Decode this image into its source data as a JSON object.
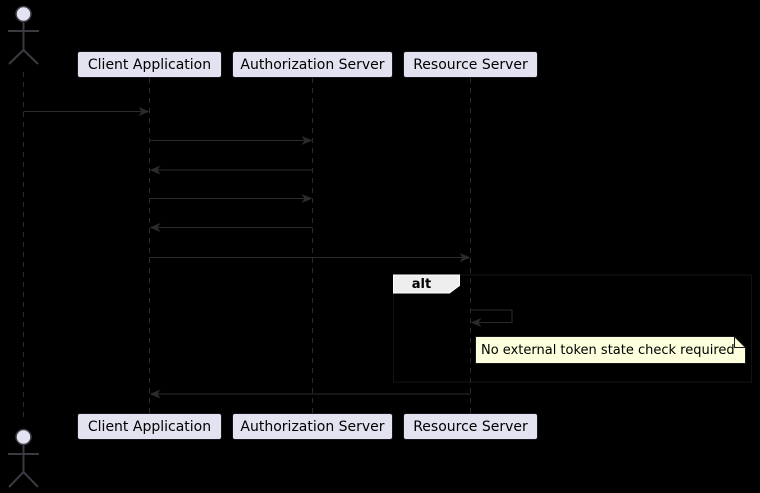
{
  "diagram": {
    "type": "sequence",
    "participants": [
      {
        "label": "Client Application"
      },
      {
        "label": "Authorization Server"
      },
      {
        "label": "Resource Server"
      }
    ],
    "actor": {
      "present": true,
      "label_visible": false
    },
    "fragment": {
      "operator": "alt"
    },
    "note": {
      "text": "No external token state check required"
    },
    "messages": [
      {
        "from": "actor",
        "to": "Client Application",
        "direction": "right"
      },
      {
        "from": "Client Application",
        "to": "Authorization Server",
        "direction": "right"
      },
      {
        "from": "Authorization Server",
        "to": "Client Application",
        "direction": "left"
      },
      {
        "from": "Client Application",
        "to": "Authorization Server",
        "direction": "right"
      },
      {
        "from": "Authorization Server",
        "to": "Client Application",
        "direction": "left"
      },
      {
        "from": "Client Application",
        "to": "Resource Server",
        "direction": "right"
      },
      {
        "from": "Resource Server",
        "to": "Resource Server",
        "direction": "self"
      },
      {
        "from": "Resource Server",
        "to": "Client Application",
        "direction": "left"
      }
    ],
    "colors": {
      "background": "#000000",
      "participant_fill": "#E2E2F0",
      "participant_border": "#16161D",
      "line": "#2B2B2B",
      "actor_line": "#3A3A42",
      "fragment_border": "#131313",
      "fragment_header_fill": "#EEEEEE",
      "fragment_header_border": "#FFFFFF",
      "note_fill": "#FEFFDD",
      "note_border": "#181818",
      "text": "#000000"
    }
  }
}
